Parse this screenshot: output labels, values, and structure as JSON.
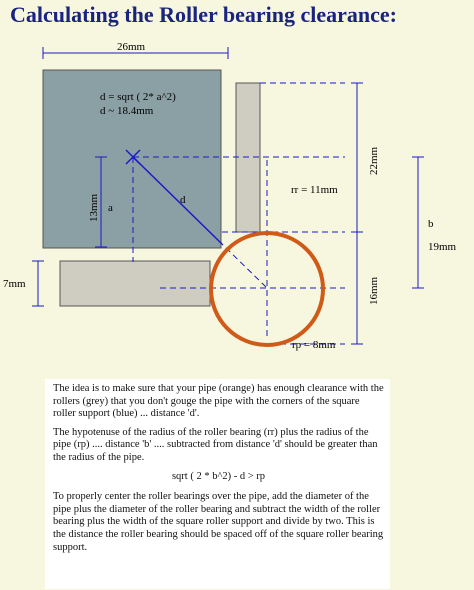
{
  "title": "Calculating the Roller bearing clearance:",
  "colors": {
    "square_support": "#8ba0a5",
    "roller": "#cfcdc2",
    "pipe": "#d05a18",
    "lines": "#1a1ac8",
    "background": "#f7f7e0",
    "title": "#1a237e"
  },
  "labels": {
    "dim_26": "26mm",
    "formula1": "d = sqrt ( 2* a^2)",
    "formula2": "d ~ 18.4mm",
    "dim_13": "13mm",
    "a": "a",
    "d": "d",
    "rr": "rr = 11mm",
    "dim_22": "22mm",
    "b": "b",
    "dim_19": "19mm",
    "dim_7": "7mm",
    "dim_16": "16mm",
    "rp": "rp = 8mm"
  },
  "text": {
    "p1": "The idea is to make sure that your pipe (orange) has enough clearance with the rollers (grey) that you don't gouge the pipe with the corners of the square roller support (blue) ... distance 'd'.",
    "p2": "The hypotenuse of the radius of the roller bearing (rr) plus the radius of the pipe (rp) .... distance 'b' .... subtracted from distance 'd' should be greater than the radius of the pipe.",
    "formula": "sqrt ( 2 * b^2) - d  > rp",
    "p3": "To properly center the roller bearings over the pipe, add the diameter of the pipe plus the diameter of the roller bearing and subtract the width of the roller bearing plus the width of the square roller support and divide by two.  This is the distance the roller bearing should be spaced off of the square roller bearing support."
  }
}
